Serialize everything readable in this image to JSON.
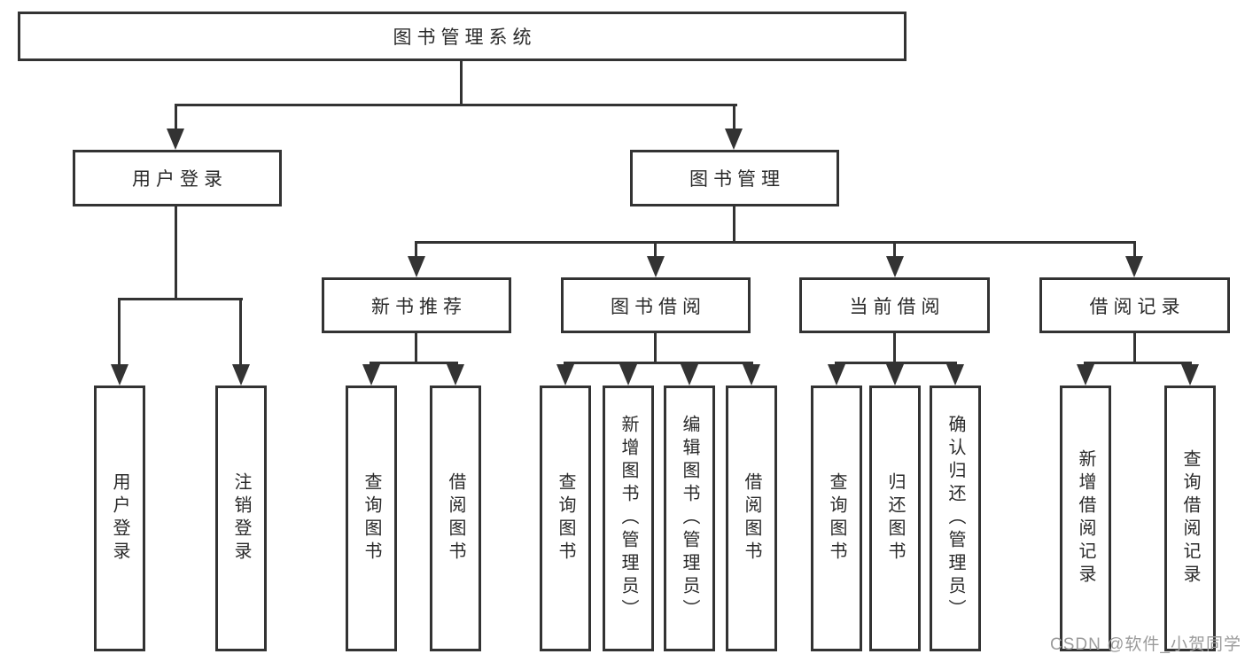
{
  "diagram": {
    "line_color": "#333333",
    "text_color": "#2a2a2a",
    "background": "#ffffff",
    "root": {
      "label": "图书管理系统"
    },
    "level2": [
      {
        "id": "user-login",
        "label": "用户登录"
      },
      {
        "id": "book-management",
        "label": "图书管理"
      }
    ],
    "level3": [
      {
        "id": "new-book-recommend",
        "label": "新书推荐"
      },
      {
        "id": "book-borrow",
        "label": "图书借阅"
      },
      {
        "id": "current-borrow",
        "label": "当前借阅"
      },
      {
        "id": "borrow-record",
        "label": "借阅记录"
      }
    ],
    "leaves": {
      "user_login": [
        {
          "label": "用户登录"
        },
        {
          "label": "注销登录"
        }
      ],
      "new_book_recommend": [
        {
          "label": "查询图书"
        },
        {
          "label": "借阅图书"
        }
      ],
      "book_borrow": [
        {
          "label": "查询图书"
        },
        {
          "label": "新增图书（管理员）"
        },
        {
          "label": "编辑图书（管理员）"
        },
        {
          "label": "借阅图书"
        }
      ],
      "current_borrow": [
        {
          "label": "查询图书"
        },
        {
          "label": "归还图书"
        },
        {
          "label": "确认归还（管理员）"
        }
      ],
      "borrow_record": [
        {
          "label": "新增借阅记录"
        },
        {
          "label": "查询借阅记录"
        }
      ]
    }
  },
  "watermark": {
    "text": "CSDN @软件_小贺同学",
    "color": "#9b9b9b"
  }
}
